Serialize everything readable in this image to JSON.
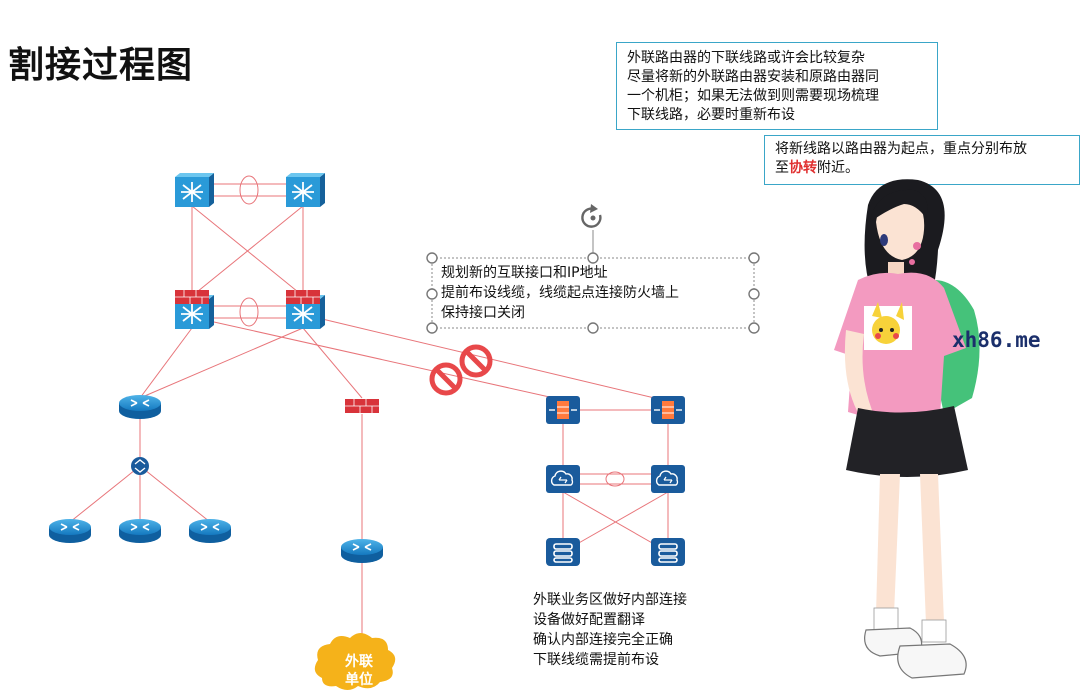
{
  "page": {
    "title": "割接过程图"
  },
  "notes": {
    "top_lines": [
      "外联路由器的下联线路或许会比较复杂",
      "尽量将新的外联路由器安装和原路由器同",
      "一个机柜；如果无法做到则需要现场梳理",
      "下联线路，必要时重新布设"
    ],
    "mid_line1": "将新线路以路由器为起点，重点分别布放",
    "mid_line2_pre": "至",
    "mid_line2_highlight": "协转",
    "mid_line2_post": "附近。",
    "firewall_lines": [
      "规划新的互联接口和IP地址",
      "提前布设线缆，线缆起点连接防火墙上",
      "保持接口关闭"
    ],
    "bizzone_lines": [
      "外联业务区做好内部连接",
      "设备做好配置翻译",
      "确认内部连接完全正确",
      "下联线缆需提前布设"
    ]
  },
  "cloud": {
    "line1": "外联",
    "line2": "单位",
    "color": "#f5b21a"
  },
  "watermark": "xh86.me",
  "colors": {
    "link": "#e8757a",
    "device_blue": "#1e8fd0",
    "device_dark": "#1a5b9c",
    "firewall_red": "#d8333a",
    "no_sign": "#e8484a",
    "note_border": "#3aa6c8"
  },
  "icons": {
    "core_switch": "l3-switch-icon",
    "router": "router-icon",
    "firewall": "firewall-icon",
    "server": "server-icon",
    "forbidden": "no-entry-icon",
    "rotate": "rotate-handle-icon"
  }
}
